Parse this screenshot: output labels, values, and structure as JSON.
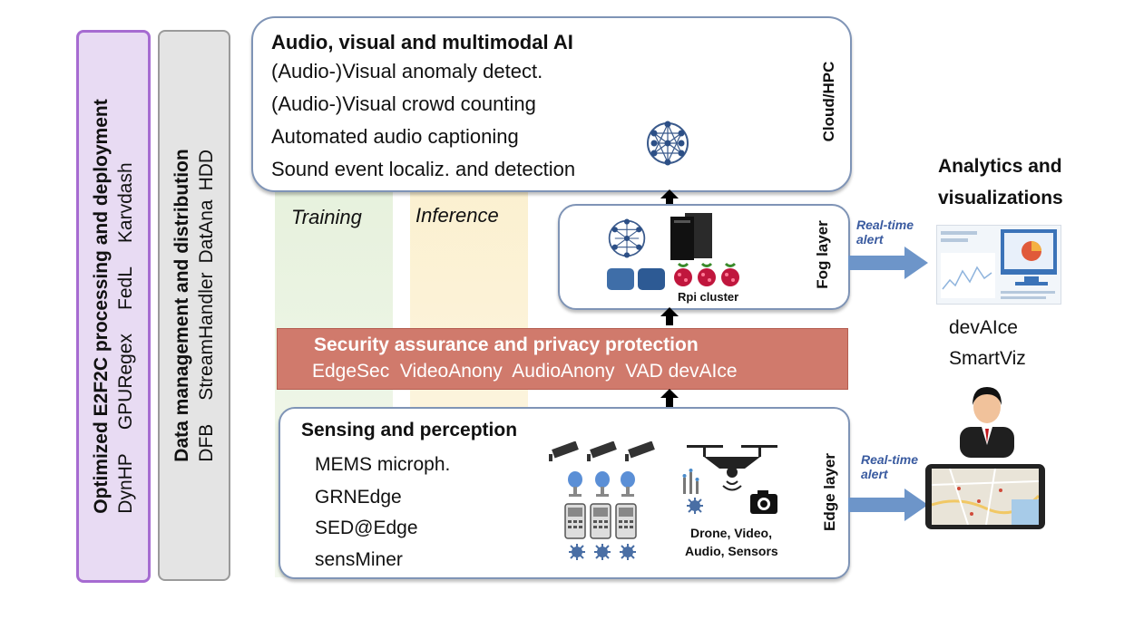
{
  "left_bars": {
    "optimized": {
      "title": "Optimized E2F2C processing and deployment",
      "tools": [
        "DynHP",
        "GPURegex",
        "FedL",
        "Karvdash"
      ]
    },
    "data_mgmt": {
      "title": "Data management and distribution",
      "tools": [
        "DFB",
        "StreamHandler",
        "DatAna",
        "HDD"
      ]
    }
  },
  "cloud": {
    "title": "Audio, visual and multimodal AI",
    "items": [
      "(Audio-)Visual anomaly detect.",
      "(Audio-)Visual crowd counting",
      "Automated audio captioning",
      "Sound event localiz. and detection"
    ],
    "layer_label": "Cloud/HPC"
  },
  "phases": {
    "training": "Training",
    "inference": "Inference"
  },
  "fog": {
    "layer_label": "Fog layer",
    "rpi_label": "Rpi cluster"
  },
  "security": {
    "title": "Security assurance and privacy protection",
    "tools": "EdgeSec  VideoAnony  AudioAnony  VAD devAIce"
  },
  "edge": {
    "title": "Sensing and perception",
    "items": [
      "MEMS microph.",
      "GRNEdge",
      "SED@Edge",
      "sensMiner"
    ],
    "drone_label_1": "Drone, Video,",
    "drone_label_2": "Audio, Sensors",
    "layer_label": "Edge layer"
  },
  "alerts": {
    "line1": "Real-time",
    "line2": "alert"
  },
  "analytics": {
    "title_1": "Analytics and",
    "title_2": "visualizations",
    "tool_1": "devAIce",
    "tool_2": "SmartViz"
  },
  "colors": {
    "purple": "#a66bd1",
    "purple_fill": "#e8dbf3",
    "grey_fill": "#e4e4e4",
    "security_red": "#d07a6c",
    "arrow_blue": "#6d95c9"
  }
}
